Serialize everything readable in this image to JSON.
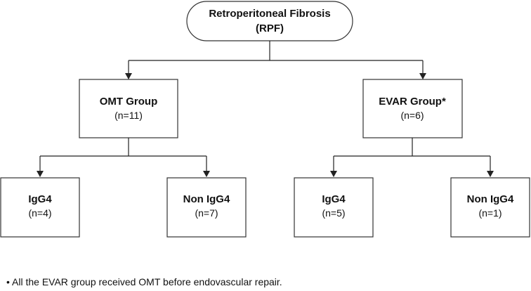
{
  "nodes": {
    "root": {
      "line1": "Retroperitoneal Fibrosis",
      "line2": "(RPF)"
    },
    "omt": {
      "line1": "OMT Group",
      "line2": "(n=11)"
    },
    "evar": {
      "line1": "EVAR Group*",
      "line2": "(n=6)"
    },
    "omt_igg4": {
      "line1": "IgG4",
      "line2": "(n=4)"
    },
    "omt_non_igg4": {
      "line1": "Non IgG4",
      "line2": "(n=7)"
    },
    "evar_igg4": {
      "line1": "IgG4",
      "line2": "(n=5)"
    },
    "evar_non_igg4": {
      "line1": "Non IgG4",
      "line2": "(n=1)"
    }
  },
  "footnote": "• All the EVAR group received OMT before endovascular repair.",
  "colors": {
    "stroke": "#333333",
    "text": "#111111",
    "background": "#ffffff"
  }
}
